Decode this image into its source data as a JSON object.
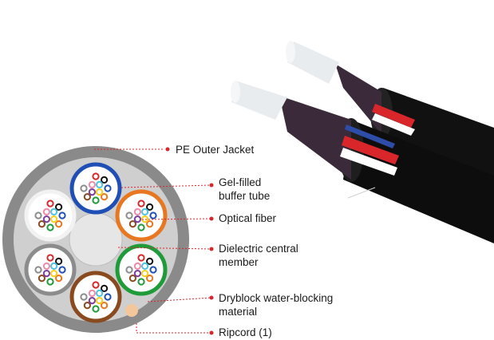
{
  "colors": {
    "accent_red": "#d9262b",
    "jacket_gray": "#8a8a8a",
    "fill_gray": "#cfcfcf",
    "cable_black": "#111111"
  },
  "labels": {
    "pe_outer_jacket": "PE Outer Jacket",
    "gel_filled_buffer_tube": "Gel-filled\nbuffer tube",
    "optical_fiber": "Optical fiber",
    "dielectric_central_member": "Dielectric central\nmember",
    "dryblock_material": "Dryblock water-blocking\nmaterial",
    "ripcord": "Ripcord (1)"
  },
  "tube_colors": [
    "blue",
    "orange",
    "green",
    "brown",
    "slate",
    "white"
  ],
  "fiber_colors": [
    "blue",
    "orange",
    "green",
    "brown",
    "slate",
    "white",
    "red",
    "black",
    "yellow",
    "violet",
    "rose",
    "aqua"
  ]
}
